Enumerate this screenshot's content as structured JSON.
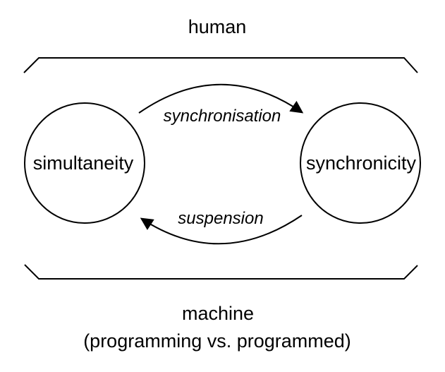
{
  "diagram": {
    "title_top": "human",
    "title_bottom": "machine",
    "title_bottom_sub": "(programming vs. programmed)",
    "nodes": {
      "left": "simultaneity",
      "right": "synchronicity"
    },
    "arrows": {
      "forward": "synchronisation",
      "backward": "suspension"
    },
    "colors": {
      "line": "#000000",
      "text": "#000000",
      "background": "#ffffff"
    }
  }
}
